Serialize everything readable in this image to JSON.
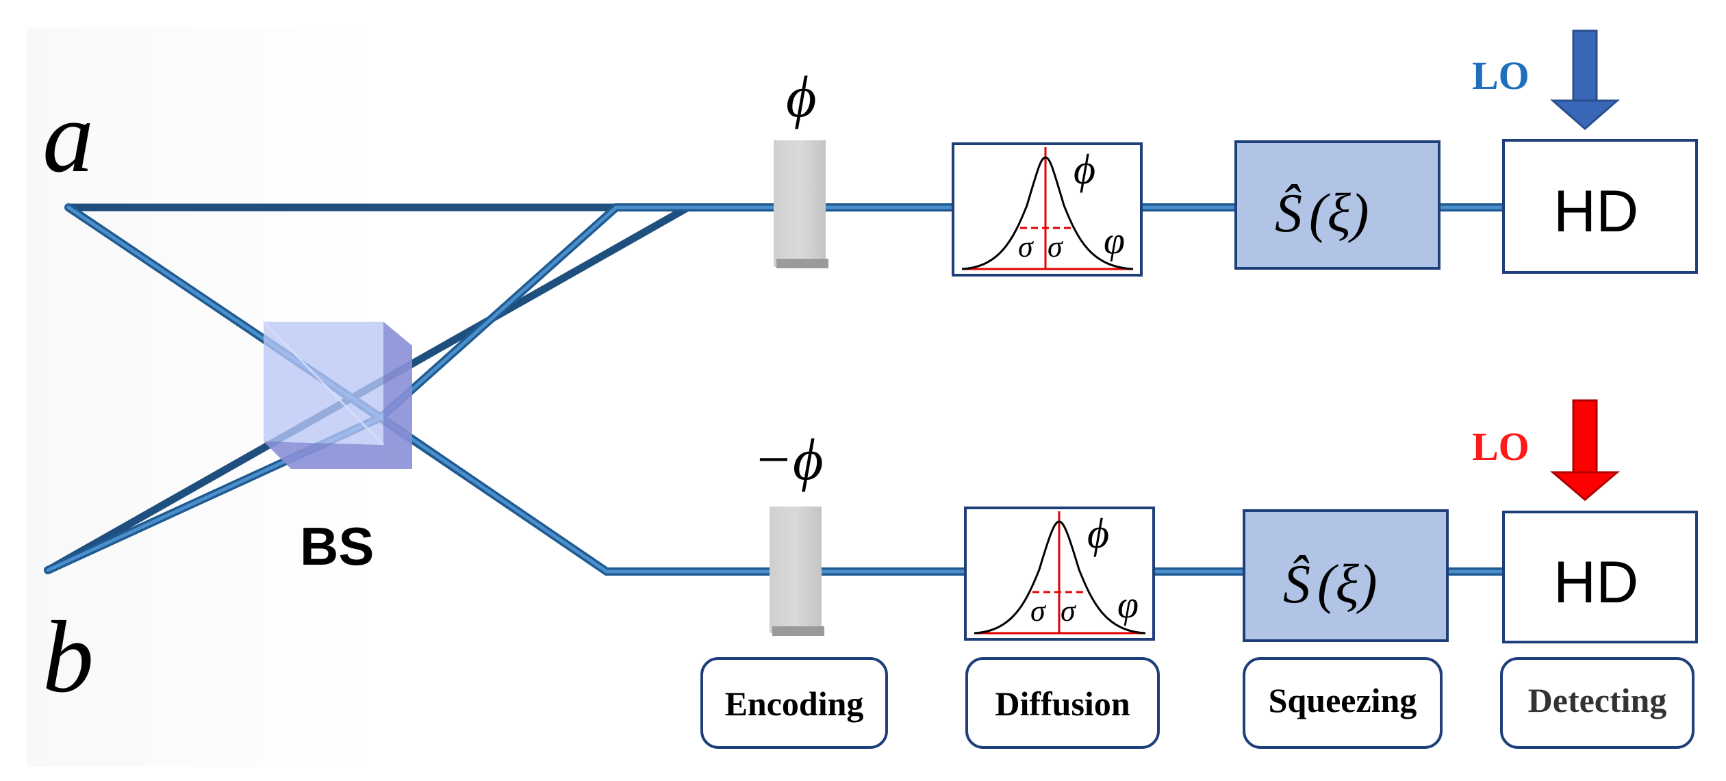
{
  "ports": {
    "top": "a",
    "bottom": "b"
  },
  "beam_splitter": {
    "label": "BS"
  },
  "upper_arm": {
    "phase": "ϕ",
    "diffusion": {
      "mean": "ϕ",
      "variable": "φ",
      "sigma_left": "σ",
      "sigma_right": "σ"
    },
    "squeezer": {
      "op": "Ŝ",
      "arg": "(ξ)"
    },
    "detector": "HD",
    "lo": {
      "label": "LO",
      "color": "#1f6fbf",
      "arrow_color": "#3a67b8"
    }
  },
  "lower_arm": {
    "phase": "−ϕ",
    "diffusion": {
      "mean": "ϕ",
      "variable": "φ",
      "sigma_left": "σ",
      "sigma_right": "σ"
    },
    "squeezer": {
      "op": "Ŝ",
      "arg": "(ξ)"
    },
    "detector": "HD",
    "lo": {
      "label": "LO",
      "color": "#ff1a1a",
      "arrow_color": "#ff0000"
    }
  },
  "stages": [
    "Encoding",
    "Diffusion",
    "Squeezing",
    "Detecting"
  ],
  "colors": {
    "fiber": "#3b78b4",
    "box_border": "#1f3f7a",
    "squeezer_fill": "#b1c4e6",
    "gaussian_red": "#e60000"
  }
}
